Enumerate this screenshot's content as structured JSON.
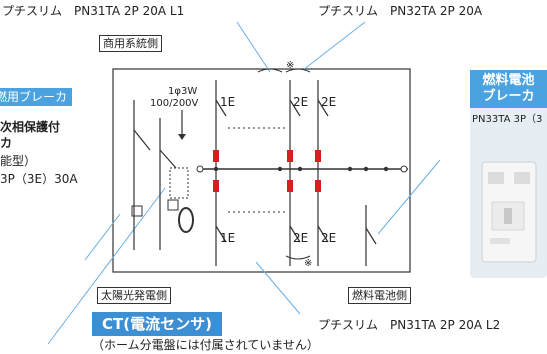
{
  "labels": {
    "top_left_breaker": "プチスリム　PN31TA 2P 20A L1",
    "top_right_breaker": "プチスリム　PN32TA 2P 20A",
    "bottom_right_breaker": "プチスリム　PN31TA 2P 20A L2",
    "grid_side": "商用系統側",
    "supply_spec_line1": "1φ3W",
    "supply_spec_line2": "100/200V",
    "solar_side": "太陽光発電側",
    "fuel_cell_side": "燃料電池側",
    "ct_title": "CT(電流センサ)",
    "ct_note": "（ホーム分電盤には付属されていません）",
    "left_breaker_tag": "燃用ブレーカ",
    "left_breaker_desc1": "次相保護付",
    "left_breaker_desc2": "カ",
    "left_breaker_desc3": "能型）",
    "left_breaker_desc4": "3P（3E）30A",
    "fuel_cell_panel_title1": "燃料電池",
    "fuel_cell_panel_title2": "ブレーカ",
    "fuel_cell_panel_model": "PN33TA 3P（3",
    "asterisk": "※",
    "pole_1e": "1E",
    "pole_2e": "2E"
  }
}
